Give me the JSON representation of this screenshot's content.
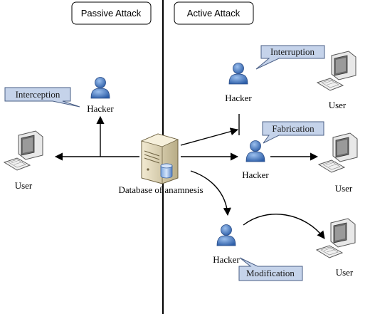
{
  "headers": {
    "passive": "Passive Attack",
    "active": "Active Attack"
  },
  "center_node": {
    "label": "Database of anamnesis",
    "icon": "server-database-icon"
  },
  "nodes": {
    "hacker_interception": "Hacker",
    "hacker_interruption": "Hacker",
    "hacker_fabrication": "Hacker",
    "hacker_modification": "Hacker",
    "user_left": "User",
    "user_interruption": "User",
    "user_fabrication": "User",
    "user_modification": "User"
  },
  "callouts": {
    "interception": "Interception",
    "interruption": "Interruption",
    "fabrication": "Fabrication",
    "modification": "Modification"
  },
  "colors": {
    "callout_fill": "#c5d3ea",
    "callout_stroke": "#4a5f86",
    "person": "#3f6fb5"
  },
  "icons": [
    "person-icon",
    "computer-icon",
    "server-database-icon"
  ]
}
